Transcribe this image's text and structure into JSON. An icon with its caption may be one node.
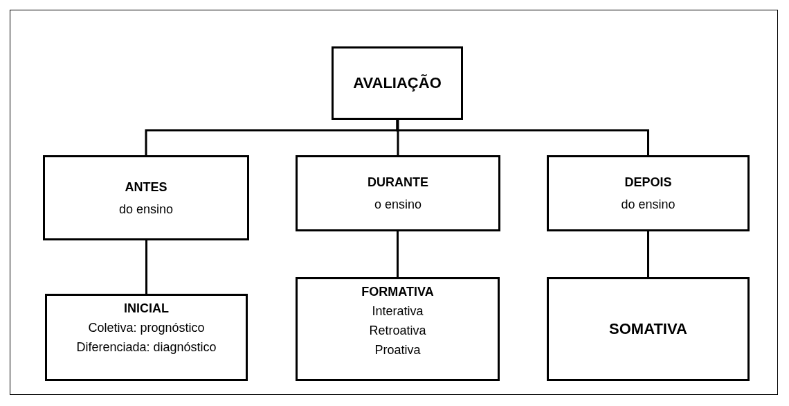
{
  "diagram": {
    "nodes": [
      {
        "text": [
          "AVALIAÇÃO"
        ]
      },
      {
        "text": [
          "ANTES",
          "do ensino"
        ]
      },
      {
        "text": [
          "DURANTE",
          "o ensino"
        ]
      },
      {
        "text": [
          "DEPOIS",
          "do ensino"
        ]
      },
      {
        "text": [
          "INICIAL",
          "Coletiva: prognóstico",
          "Diferenciada: diagnóstico"
        ]
      },
      {
        "text": [
          "FORMATIVA",
          "Interativa",
          "Retroativa",
          "Proativa"
        ]
      },
      {
        "text": [
          "SOMATIVA"
        ]
      }
    ],
    "edges": [
      {
        "from": 0,
        "to": 1,
        "arrow": "none"
      },
      {
        "from": 0,
        "to": 2,
        "arrow": "none"
      },
      {
        "from": 0,
        "to": 3,
        "arrow": "none"
      },
      {
        "from": 1,
        "to": 4,
        "arrow": "none"
      },
      {
        "from": 2,
        "to": 5,
        "arrow": "none"
      },
      {
        "from": 3,
        "to": 6,
        "arrow": "none"
      }
    ]
  }
}
